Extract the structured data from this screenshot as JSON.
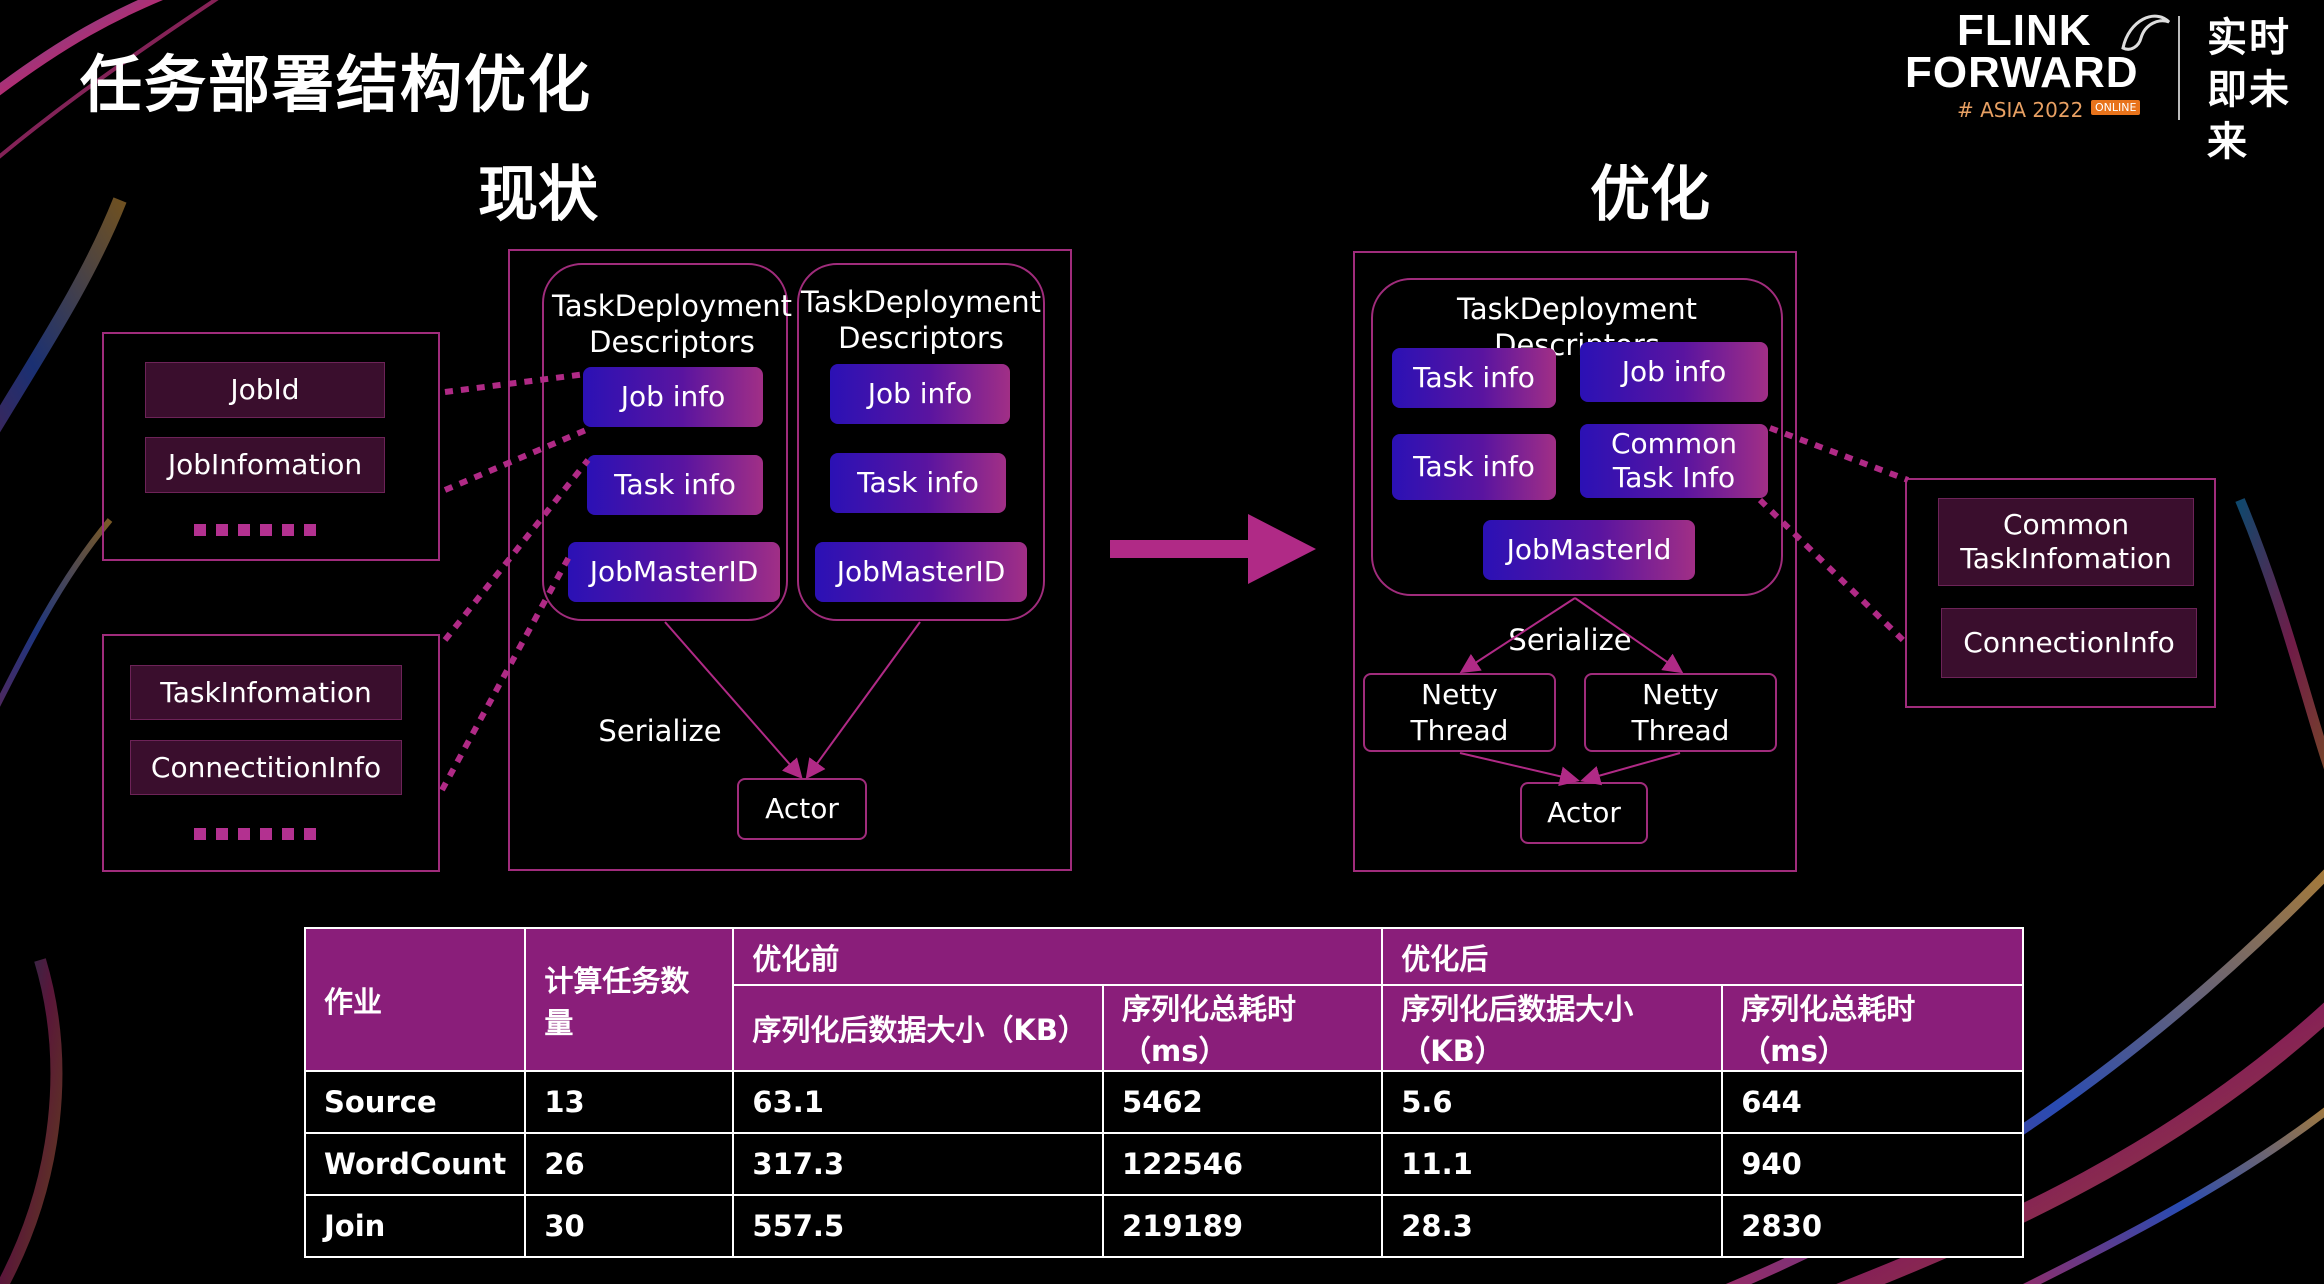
{
  "page": {
    "title": "任务部署结构优化",
    "left_heading": "现状",
    "right_heading": "优化"
  },
  "logo": {
    "line1": "FLINK",
    "line2": "FORWARD",
    "line3": "# ASIA 2022",
    "badge": "ONLINE",
    "cn_text": "实时即未来"
  },
  "current": {
    "job_group": [
      "JobId",
      "JobInfomation"
    ],
    "task_group": [
      "TaskInfomation",
      "ConnectitionInfo"
    ],
    "descriptors": [
      {
        "header": "TaskDeployment Descriptors",
        "items": [
          "Job info",
          "Task info",
          "JobMasterID"
        ]
      },
      {
        "header": "TaskDeployment Descriptors",
        "items": [
          "Job info",
          "Task info",
          "JobMasterID"
        ]
      }
    ],
    "serialize": "Serialize",
    "actor": "Actor"
  },
  "optimized": {
    "descriptor_header": "TaskDeployment Descriptors",
    "items": [
      "Task info",
      "Job info",
      "Task info",
      "Common Task Info",
      "JobMasterId"
    ],
    "serialize": "Serialize",
    "threads": [
      "Netty Thread",
      "Netty Thread"
    ],
    "actor": "Actor",
    "common_group": [
      "Common TaskInfomation",
      "ConnectionInfo"
    ]
  },
  "colors": {
    "accent": "#a02c7c",
    "table_header": "#8a1e7a",
    "pill_start": "#2b11b5",
    "pill_end": "#a12f86"
  },
  "table": {
    "head1": [
      "作业",
      "计算任务数量",
      "优化前",
      "优化后"
    ],
    "head2": [
      "序列化后数据大小（KB）",
      "序列化总耗时（ms）",
      "序列化后数据大小（KB）",
      "序列化总耗时（ms）"
    ],
    "rows": [
      [
        "Source",
        "13",
        "63.1",
        "5462",
        "5.6",
        "644"
      ],
      [
        "WordCount",
        "26",
        "317.3",
        "122546",
        "11.1",
        "940"
      ],
      [
        "Join",
        "30",
        "557.5",
        "219189",
        "28.3",
        "2830"
      ]
    ]
  }
}
